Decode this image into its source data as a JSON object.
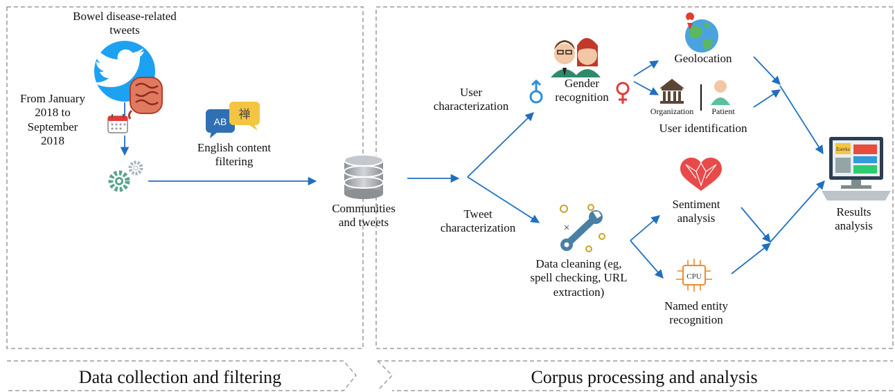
{
  "left_panel": {
    "source_label": "Bowel disease-related\ntweets",
    "date_range": "From January\n2018 to\nSeptember\n2018",
    "filter_label": "English content\nfiltering",
    "phase_label": "Data collection and filtering"
  },
  "center": {
    "store_label": "Communities\nand tweets"
  },
  "right_panel": {
    "user_branch": "User\ncharacterization",
    "tweet_branch": "Tweet\ncharacterization",
    "gender": "Gender\nrecognition",
    "geolocation": "Geolocation",
    "organization": "Organization",
    "patient": "Patient",
    "user_identification": "User identification",
    "data_cleaning": "Data cleaning (eg,\nspell checking, URL\nextraction)",
    "sentiment": "Sentiment\nanalysis",
    "ner": "Named entity\nrecognition",
    "cpu_text": "CPU",
    "results": "Results\nanalysis",
    "eureka_text": "Eureka",
    "phase_label": "Corpus processing and analysis"
  },
  "icons": [
    "twitter-icon",
    "intestine-icon",
    "calendar-icon",
    "gears-icon",
    "translate-icon",
    "database-icon",
    "people-icon",
    "male-symbol-icon",
    "female-symbol-icon",
    "globe-icon",
    "building-icon",
    "patient-icon",
    "wrench-icon",
    "heart-icon",
    "chip-icon",
    "computer-icon"
  ],
  "colors": {
    "arrow": "#1f6fc0",
    "twitter": "#1da1f2",
    "dashed": "#888888"
  }
}
